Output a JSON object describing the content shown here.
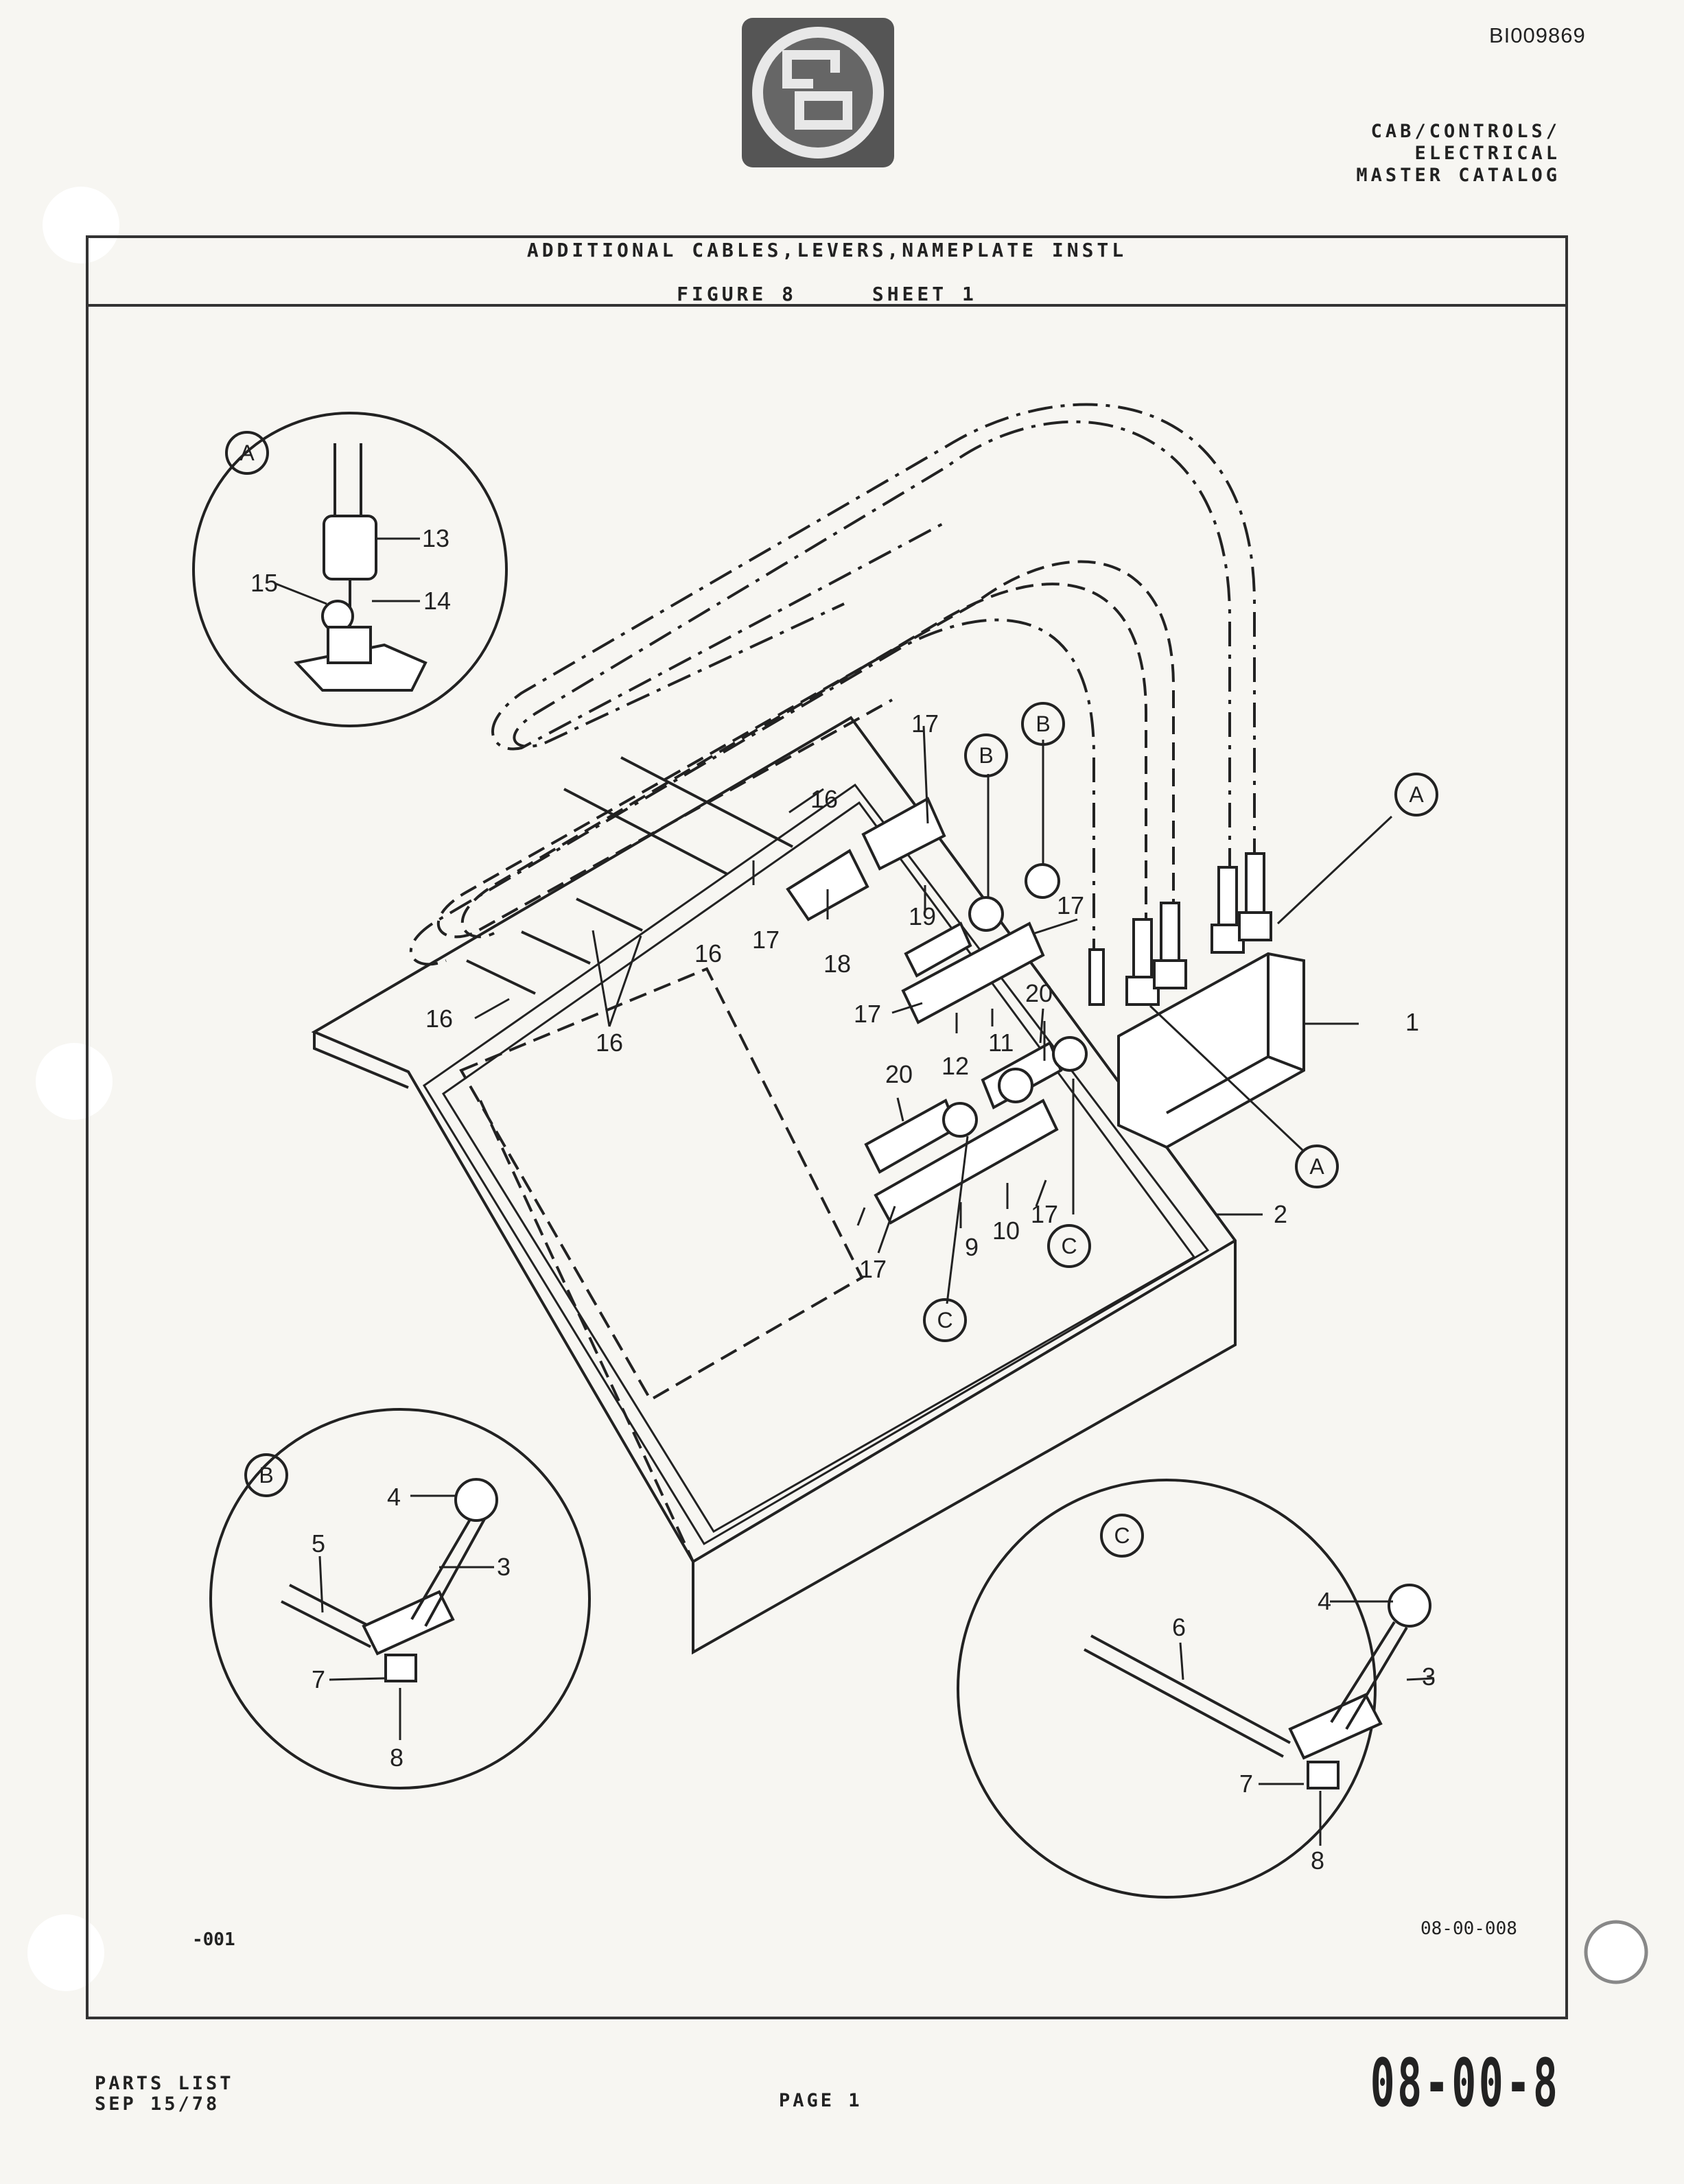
{
  "header": {
    "doc_id": "BI009869",
    "catalog_lines": [
      "CAB/CONTROLS/",
      "ELECTRICAL",
      "MASTER CATALOG"
    ]
  },
  "figure": {
    "title": "ADDITIONAL CABLES,LEVERS,NAMEPLATE INSTL",
    "figure_label": "FIGURE 8",
    "sheet_label": "SHEET 1",
    "dash_code": "-001",
    "drawing_ref": "08-00-008"
  },
  "callouts": {
    "detail_a": "A",
    "detail_b": "B",
    "detail_c": "C",
    "n1": "1",
    "n2": "2",
    "n3": "3",
    "n4": "4",
    "n5": "5",
    "n6": "6",
    "n7": "7",
    "n8": "8",
    "n9": "9",
    "n10": "10",
    "n11": "11",
    "n12": "12",
    "n13": "13",
    "n14": "14",
    "n15": "15",
    "n16": "16",
    "n17": "17",
    "n18": "18",
    "n19": "19",
    "n20": "20"
  },
  "footer": {
    "lines": [
      "PARTS LIST",
      "SEP 15/78"
    ],
    "page": "PAGE 1",
    "code": "08-00-8"
  },
  "icons": [
    "company-logo",
    "binder-hole"
  ]
}
